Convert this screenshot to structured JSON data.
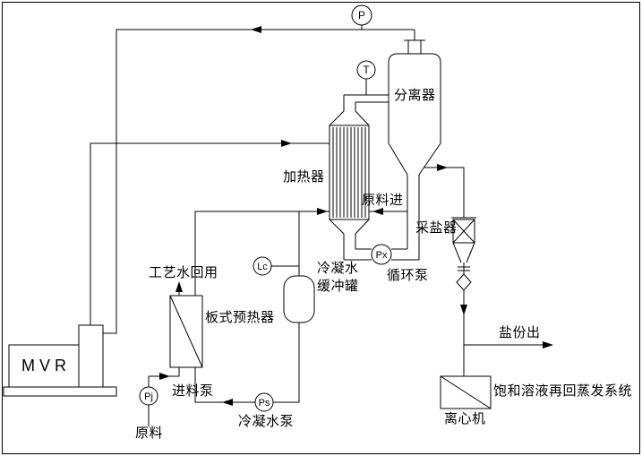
{
  "diagram": {
    "type": "process-flow-diagram",
    "equipment": {
      "mvr": {
        "label": "MVR"
      },
      "separator": {
        "label": "分离器"
      },
      "heater": {
        "label": "加热器"
      },
      "plate_preheater": {
        "label": "板式预热器"
      },
      "condensate_buffer_tank": {
        "label_line1": "冷凝水",
        "label_line2": "缓冲罐"
      },
      "circulation_pump": {
        "tag": "Px",
        "label": "循环泵"
      },
      "feed_pump": {
        "tag": "Pj",
        "label": "进料泵"
      },
      "condensate_pump": {
        "tag": "Ps",
        "label": "冷凝水泵"
      },
      "salt_collector": {
        "label": "采盐器"
      },
      "centrifuge": {
        "label": "离心机"
      }
    },
    "instruments": {
      "pressure_gauge": {
        "tag": "P"
      },
      "temperature_gauge": {
        "tag": "T"
      },
      "level_controller": {
        "tag": "Lc"
      }
    },
    "streams": {
      "feed_in": "原料进",
      "raw_material": "原料",
      "process_water_reuse": "工艺水回用",
      "salt_out": "盐份出",
      "saturated_solution_return": "饱和溶液再回蒸发系统"
    },
    "colors": {
      "line": "#000000",
      "background": "#ffffff"
    }
  }
}
